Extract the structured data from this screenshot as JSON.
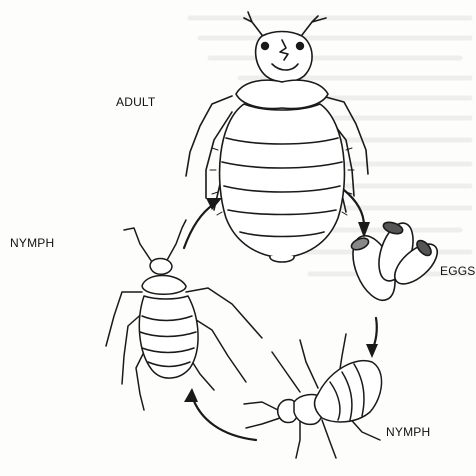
{
  "labels": {
    "adult": "ADULT",
    "nymph_left": "NYMPH",
    "eggs": "EGGS",
    "nymph_bottom": "NYMPH"
  },
  "colors": {
    "ink": "#1a1a1a",
    "paper": "#fdfdfb",
    "bleed_text": "#dcdcdc"
  },
  "stages": [
    "adult",
    "eggs",
    "nymph",
    "nymph"
  ]
}
